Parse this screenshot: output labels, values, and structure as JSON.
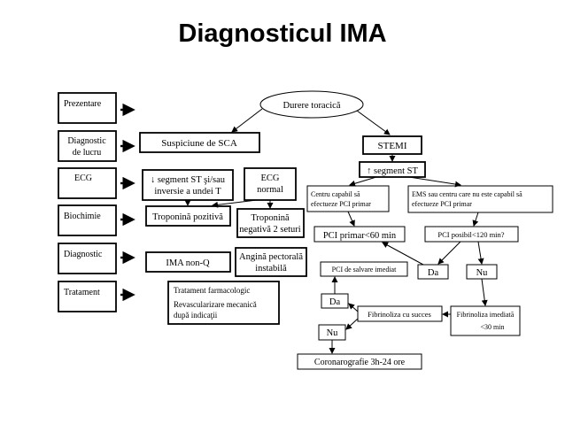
{
  "title": "Diagnosticul IMA",
  "rows": {
    "prezentare": "Prezentare",
    "diagnostic_lucru_1": "Diagnostic",
    "diagnostic_lucru_2": "de lucru",
    "ecg": "ECG",
    "biochimie": "Biochimie",
    "diagnostic": "Diagnostic",
    "tratament": "Tratament"
  },
  "nodes": {
    "durere": "Durere toracică",
    "suspiciune": "Suspiciune de SCA",
    "stemi": "STEMI",
    "segment_up": "↑ segment ST",
    "segment_down_1": "↓ segment ST şi/sau",
    "segment_down_2": "inversie a undei T",
    "ecg_normal_1": "ECG",
    "ecg_normal_2": "normal",
    "centru_1": "Centru   capabil    să",
    "centru_2": "efectueze PCI primar",
    "ems_1": "EMS sau centru care nu este capabil să",
    "ems_2": "efectueze PCI primar",
    "troponina_poz": "Troponină pozitivă",
    "troponina_neg_1": "Troponină",
    "troponina_neg_2": "negativă 2 seturi",
    "pci_primar": "PCI primar<60 min",
    "pci_posibil": "PCI posibil<120 min?",
    "ima_nonq": "IMA non-Q",
    "angina_1": "Angină pectorală",
    "angina_2": "instabilă",
    "da_1": "Da",
    "nu_1": "Nu",
    "pci_salvare": "PCI de salvare imediat",
    "tratament_1": "Tratament farmacologic",
    "tratament_2": "Revascularizare     mecanică",
    "tratament_3": "după indicaţii",
    "da_2": "Da",
    "fibrinoliza_succes": "Fibrinoliza cu succes",
    "fibrinoliza_imediata_1": "Fibrinoliza imediată",
    "fibrinoliza_imediata_2": "<30 min",
    "nu_2": "Nu",
    "coronarografie": "Coronarografie  3h-24 ore"
  }
}
